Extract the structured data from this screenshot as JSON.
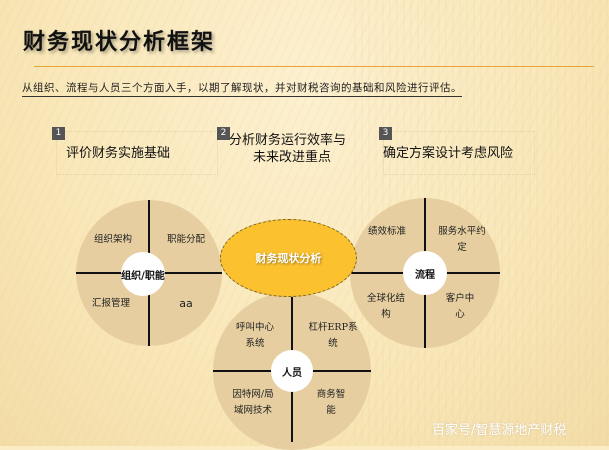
{
  "title": "财务现状分析框架",
  "subtitle": "从组织、流程与人员三个方面入手，以期了解现状，并对财税咨询的基础和风险进行评估。",
  "steps": [
    {
      "number": "1",
      "text": "评价财务实施基础"
    },
    {
      "number": "2",
      "line1": "分析财务运行效率与",
      "line2": "未来改进重点"
    },
    {
      "number": "3",
      "text": "确定方案设计考虑风险"
    }
  ],
  "center": {
    "label": "财务现状分析"
  },
  "wheels": {
    "org": {
      "hub": "组织/职能",
      "q1": "组织架构",
      "q2": "职能分配",
      "q3": "汇报管理",
      "q4": "aa"
    },
    "process": {
      "hub": "流程",
      "q1": "绩效标准",
      "q2a": "服务水平约",
      "q2b": "定",
      "q3a": "全球化结",
      "q3b": "构",
      "q4a": "客户中",
      "q4b": "心"
    },
    "people": {
      "hub": "人员",
      "q1a": "呼叫中心",
      "q1b": "系统",
      "q2a": "杠杆ERP系",
      "q2b": "统",
      "q3a": "因特网/局",
      "q3b": "域网技术",
      "q4a": "商务智",
      "q4b": "能"
    }
  },
  "colors": {
    "background": "#fbecc4",
    "wheel": "#e6cea0",
    "center": "#fbc12e",
    "rule": "#e8a43a",
    "badge": "#555555"
  },
  "watermark": "百家号/智慧源地产财税"
}
